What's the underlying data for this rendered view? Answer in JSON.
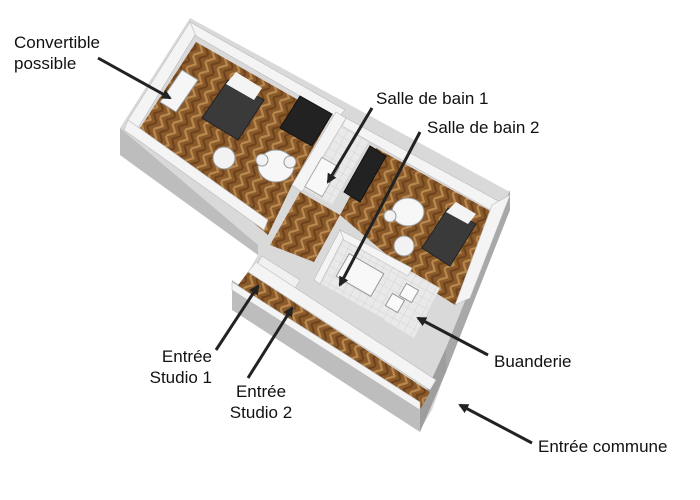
{
  "labels": {
    "convertible": {
      "line1": "Convertible",
      "line2": "possible"
    },
    "salle_de_bain_1": "Salle de bain 1",
    "salle_de_bain_2": "Salle de bain 2",
    "buanderie": "Buanderie",
    "entree_studio_1": {
      "line1": "Entrée",
      "line2": "Studio 1"
    },
    "entree_studio_2": {
      "line1": "Entrée",
      "line2": "Studio 2"
    },
    "entree_commune": "Entrée commune"
  },
  "colors": {
    "parquet": "#8a5a2b",
    "parquet_light": "#a87a45",
    "wall_top": "#f4f4f4",
    "wall_side": "#c9c9c9",
    "wall_dark": "#9e9e9e",
    "furniture_dark": "#2a2a2a",
    "furniture_light": "#f2f2f2",
    "tile": "#e6e6e6",
    "arrow": "#222222"
  }
}
